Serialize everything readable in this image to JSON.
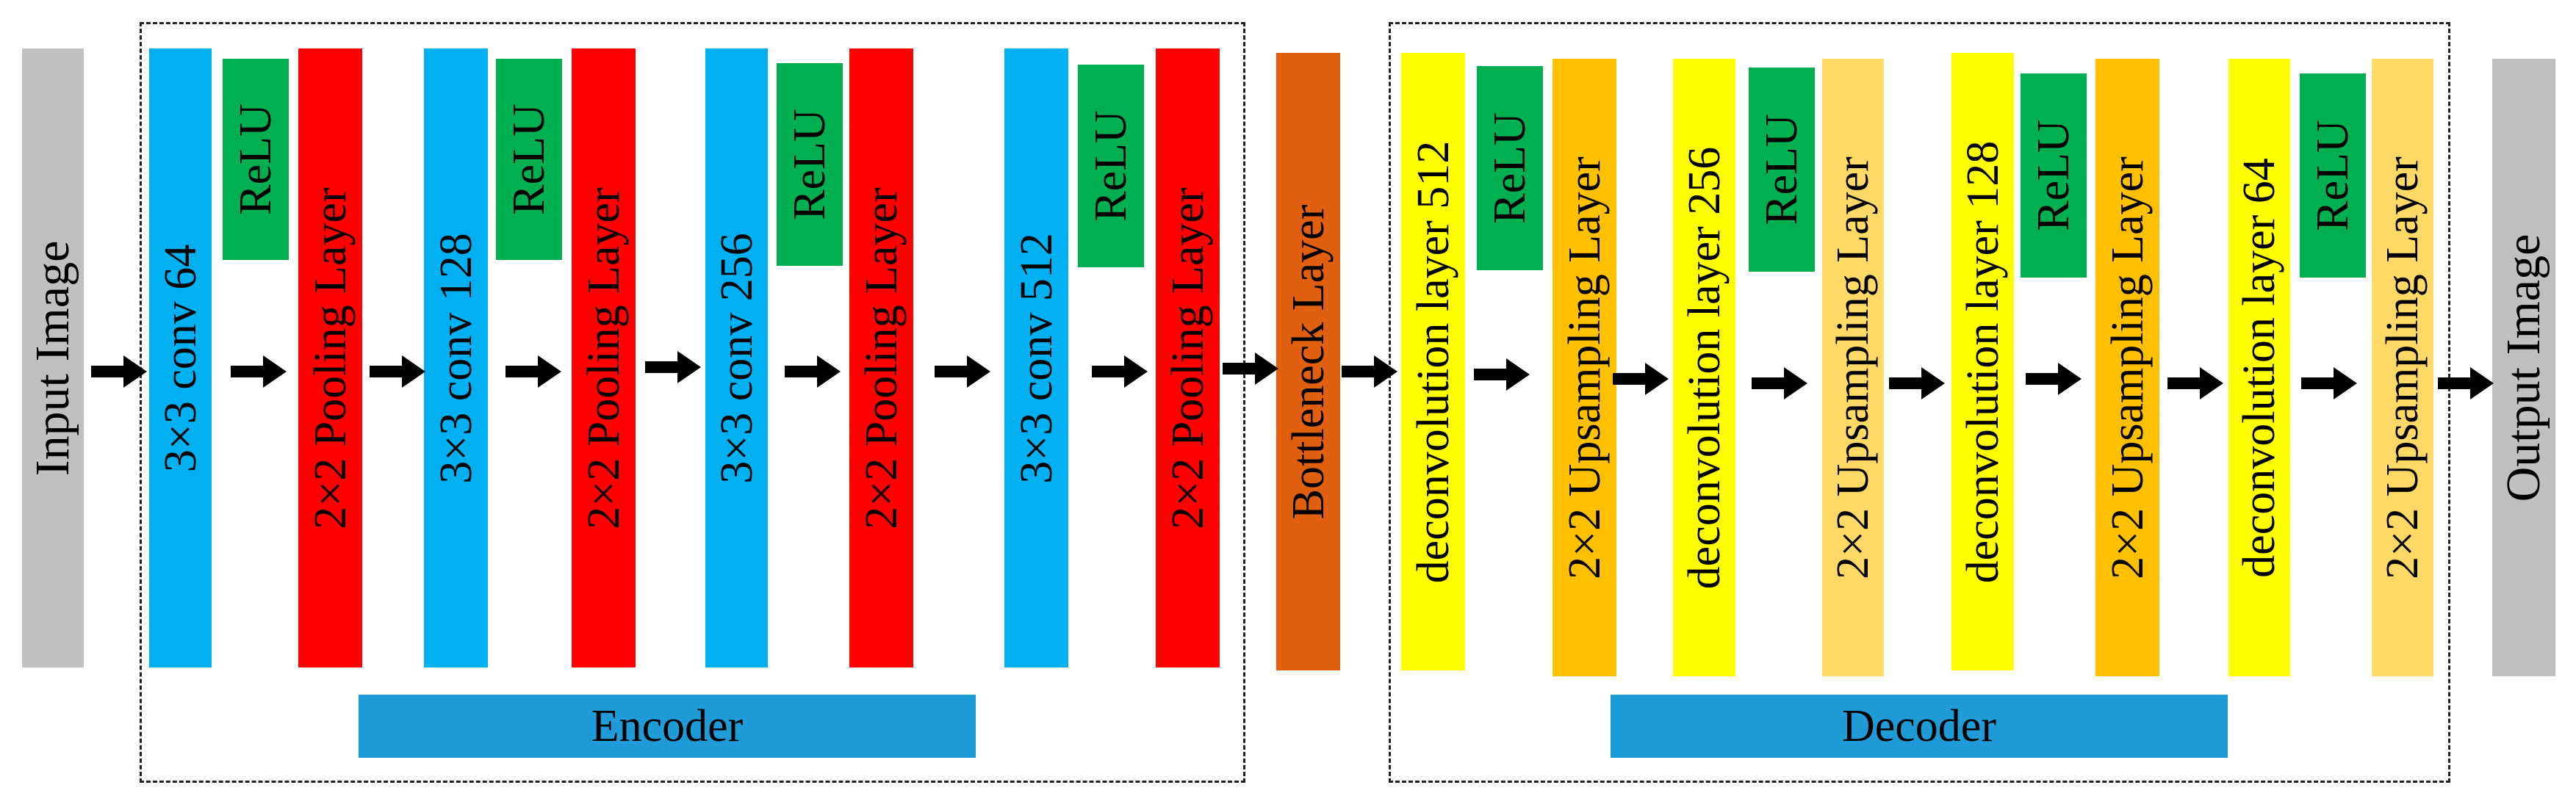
{
  "input_label": "Input Image",
  "output_label": "Output Image",
  "bottleneck_label": "Bottleneck Layer",
  "encoder": {
    "label": "Encoder",
    "stages": [
      {
        "conv": "3×3 conv 64",
        "relu": "ReLU",
        "pool": "2×2 Pooling Layer"
      },
      {
        "conv": "3×3 conv 128",
        "relu": "ReLU",
        "pool": "2×2 Pooling Layer"
      },
      {
        "conv": "3×3 conv 256",
        "relu": "ReLU",
        "pool": "2×2 Pooling Layer"
      },
      {
        "conv": "3×3 conv 512",
        "relu": "ReLU",
        "pool": "2×2 Pooling Layer"
      }
    ]
  },
  "decoder": {
    "label": "Decoder",
    "stages": [
      {
        "deconv": "deconvolution layer 512",
        "relu": "ReLU",
        "upsample": "2×2 Upsampling Layer"
      },
      {
        "deconv": "deconvolution layer 256",
        "relu": "ReLU",
        "upsample": "2×2 Upsampling Layer"
      },
      {
        "deconv": "deconvolution layer 128",
        "relu": "ReLU",
        "upsample": "2×2 Upsampling Layer"
      },
      {
        "deconv": "deconvolution layer 64",
        "relu": "ReLU",
        "upsample": "2×2 Upsampling Layer"
      }
    ]
  },
  "colors": {
    "io_gray": "#c0c0c0",
    "conv_blue": "#00b0f0",
    "relu_green": "#00b050",
    "pool_red": "#ff0000",
    "bottleneck_orange": "#e06010",
    "deconv_yellow": "#ffff00",
    "upsample_orange": "#ffc000",
    "upsample_light": "#ffd966",
    "bar_blue": "#1f9bd7",
    "arrow": "#000000"
  }
}
